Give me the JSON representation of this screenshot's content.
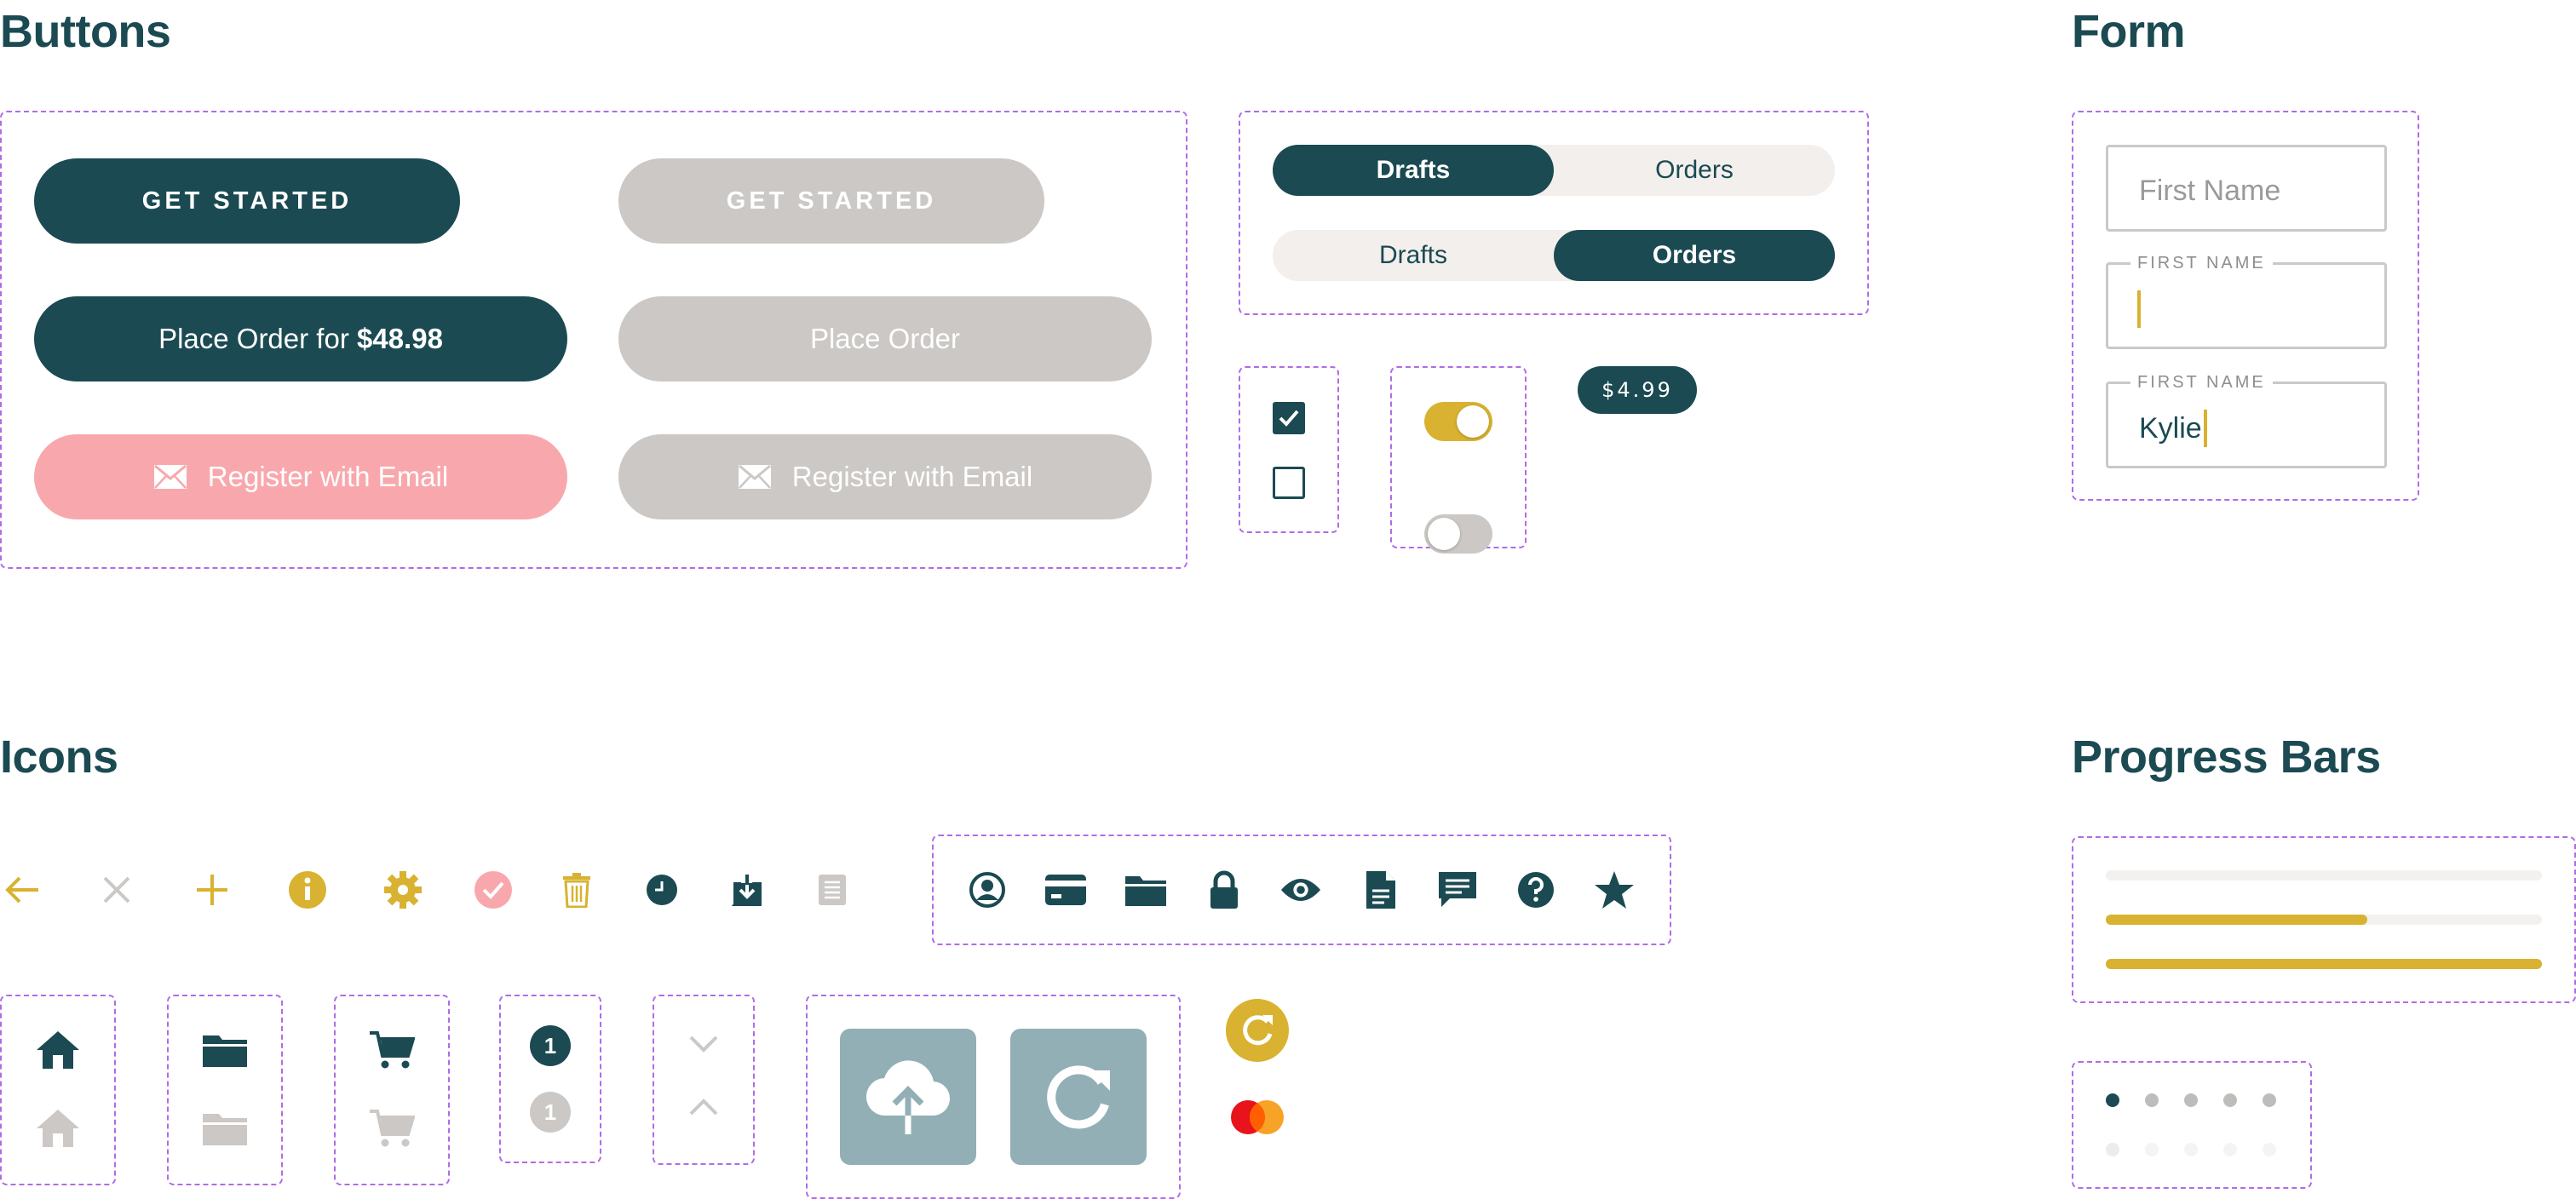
{
  "sections": {
    "buttons": "Buttons",
    "form": "Form",
    "icons": "Icons",
    "progress": "Progress Bars"
  },
  "buttons": {
    "get_started": "GET STARTED",
    "get_started_disabled": "GET STARTED",
    "place_order_prefix": "Place Order for ",
    "place_order_price": "$48.98",
    "place_order_disabled": "Place Order",
    "register_email": "Register with Email",
    "register_email_disabled": "Register with Email"
  },
  "segmented": {
    "first": {
      "drafts": "Drafts",
      "orders": "Orders",
      "active": "drafts"
    },
    "second": {
      "drafts": "Drafts",
      "orders": "Orders",
      "active": "orders"
    }
  },
  "checkboxes": [
    {
      "checked": true
    },
    {
      "checked": false
    }
  ],
  "toggles": [
    {
      "on": true
    },
    {
      "on": false
    }
  ],
  "price_badge": "$4.99",
  "form": {
    "placeholder": "First Name",
    "label_focused": "FIRST NAME",
    "label_filled": "FIRST NAME",
    "filled_value": "Kylie"
  },
  "icons": {
    "row1": [
      "arrow-left-icon",
      "close-icon",
      "plus-icon",
      "info-icon",
      "gear-icon",
      "check-circle-icon",
      "trash-icon",
      "clock-icon",
      "download-icon",
      "receipt-icon"
    ],
    "row1_set": [
      "user-circle-icon",
      "credit-card-icon",
      "folder-icon",
      "lock-icon",
      "eye-icon",
      "document-icon",
      "chat-icon",
      "help-icon",
      "star-icon"
    ],
    "stacked": [
      "home-icon",
      "folder-icon",
      "cart-icon",
      "number-one-icon",
      "chevron-icon"
    ],
    "number_glyph": "1",
    "tiles": [
      "cloud-upload-icon",
      "refresh-icon"
    ],
    "misc": [
      "refresh-circle-icon",
      "mastercard-icon"
    ]
  },
  "colors": {
    "primary": "#1b4a52",
    "accent": "#d8b230",
    "disabled": "#cbc8c5",
    "pink": "#f8a8ad",
    "tile": "#93afb6",
    "dashed_outline": "#b06be8"
  },
  "progress": {
    "bars": [
      0.0,
      0.6,
      1.0
    ],
    "dots": {
      "count": 5,
      "active_index": 0
    }
  }
}
